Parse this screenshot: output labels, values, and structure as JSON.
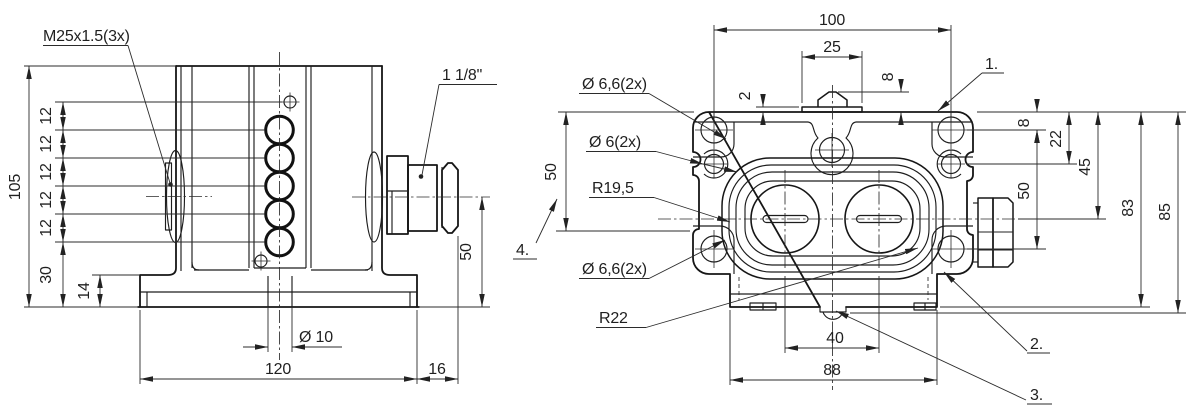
{
  "views": {
    "side_view": {
      "thread_label": "M25x1.5(3x)",
      "conduit_label": "1 1/8\"",
      "dim_overall_height": "105",
      "dim_pitch": "12",
      "dim_bottom_offset": "30",
      "dim_base_height": "14",
      "dim_slot_dia": "Ø 10",
      "dim_base_width": "120",
      "dim_overhang": "16",
      "dim_connector_height": "50"
    },
    "top_view": {
      "dim_hole_span_x": "100",
      "dim_bracket_width": "25",
      "dim_bracket_thickness": "2",
      "dim_lug_height": "8",
      "dim_hole_offset": "8",
      "dim_small_hole_offset": "22",
      "dim_center_offset": "45",
      "dim_hole_span_y_right": "50",
      "dim_hole_span_y_left": "50",
      "dim_body_depth": "83",
      "dim_overall_depth": "85",
      "dim_gland_spacing": "40",
      "dim_lower_width": "88",
      "label_corner_holes_top": "Ø 6,6(2x)",
      "label_small_holes": "Ø 6(2x)",
      "label_radius_inner": "R19,5",
      "label_corner_holes_bottom": "Ø 6,6(2x)",
      "label_radius_outer": "R22",
      "callout_1": "1.",
      "callout_2": "2.",
      "callout_3": "3.",
      "callout_4": "4."
    }
  }
}
